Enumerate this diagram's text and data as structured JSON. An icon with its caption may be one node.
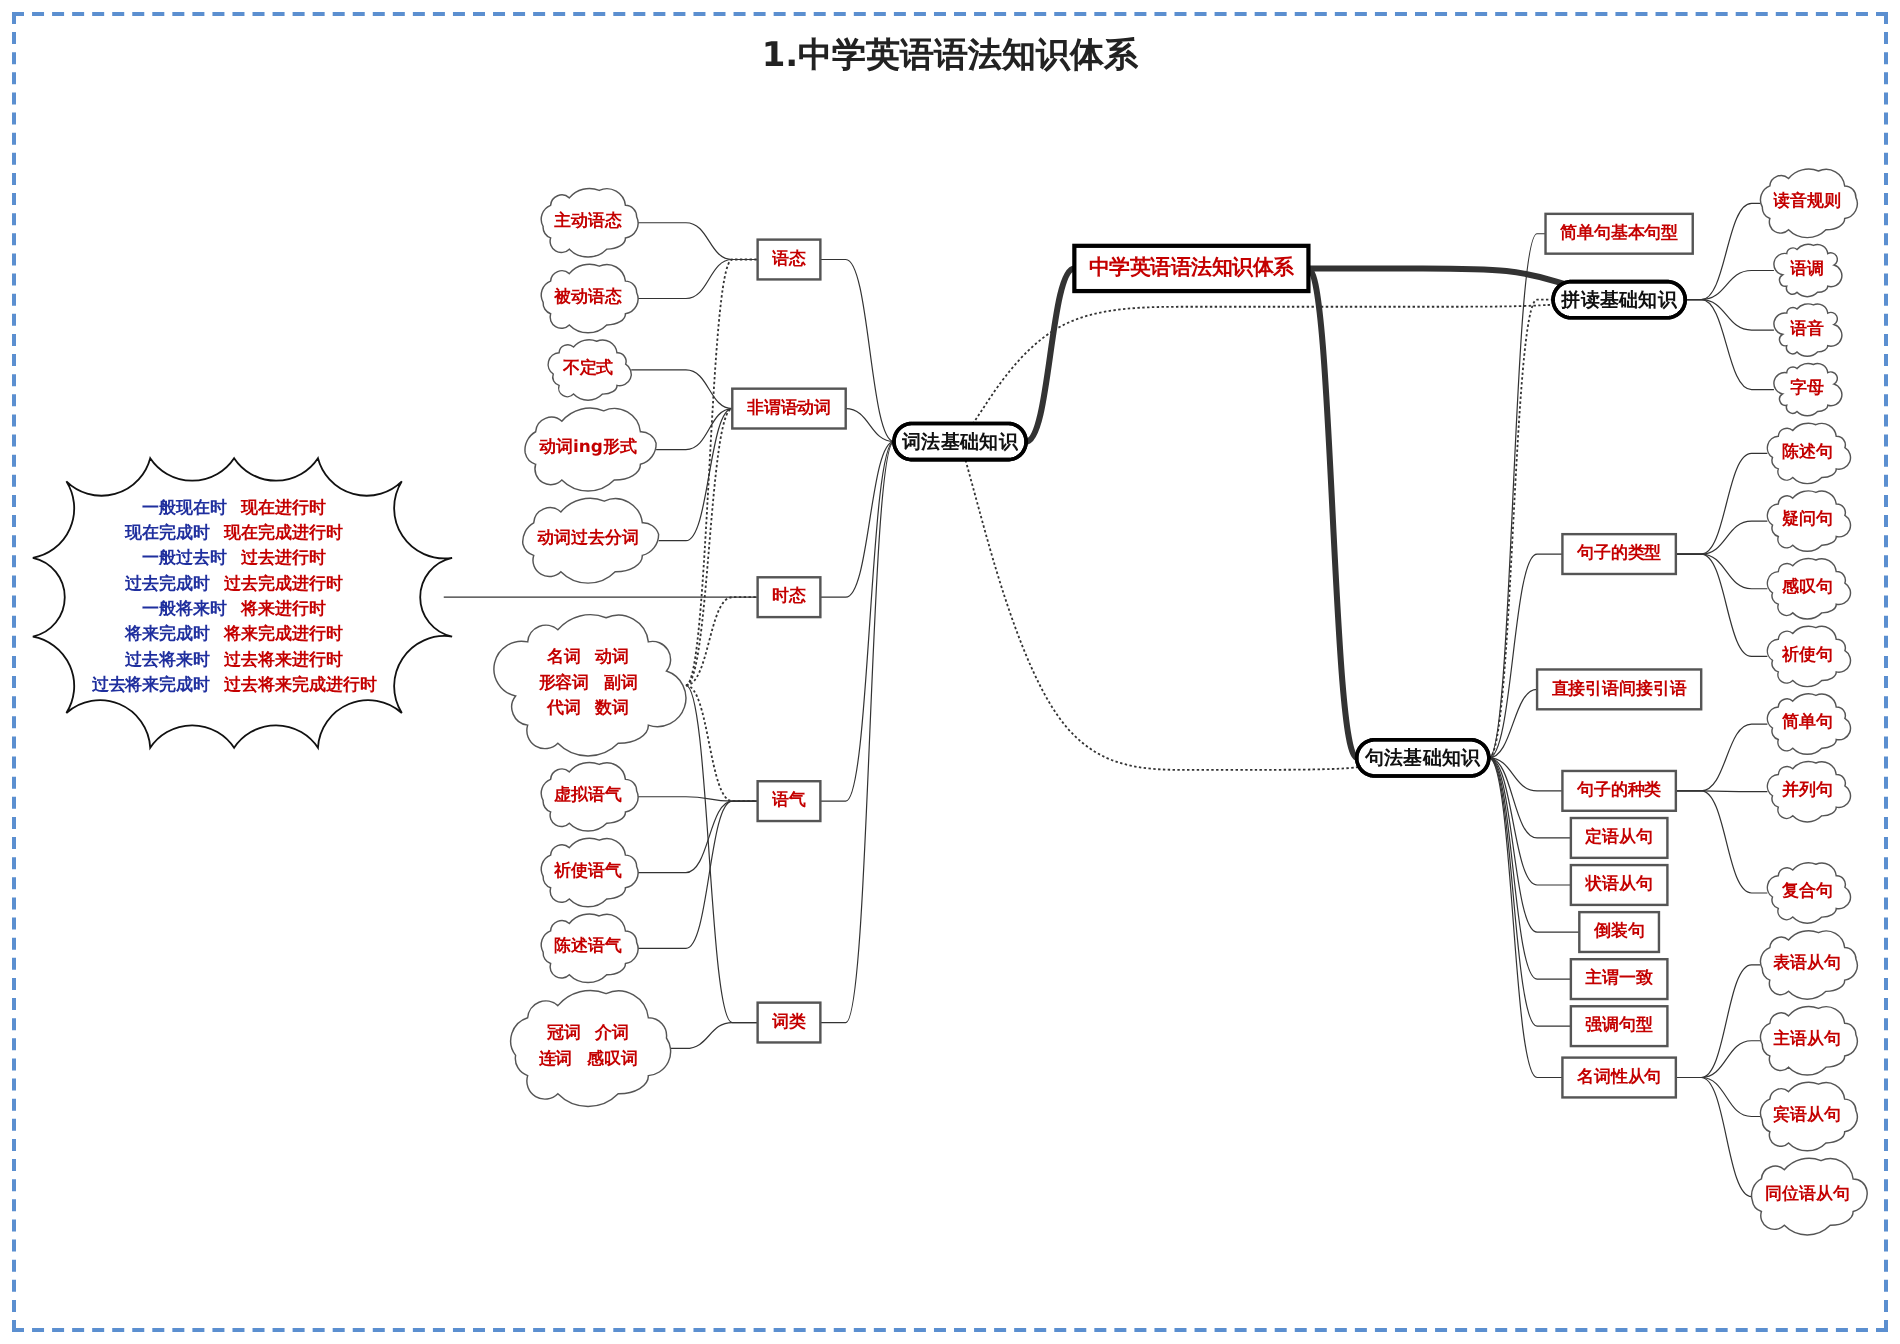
{
  "diagram": {
    "title": "1.中学英语语法知识体系",
    "nodes": [
      {
        "text": [
          "一般现在时",
          "现在进行时",
          "现在完成时",
          "现在完成进行时",
          "一般过去时",
          "过去进行时",
          "过去完成时",
          "过去完成进行时",
          "一般将来时",
          "将来进行时",
          "将来完成时",
          "将来完成进行时",
          "过去将来时",
          "过去将来进行时",
          "过去将来完成时",
          "过去将来完成进行时"
        ]
      },
      {
        "text": [
          "不定式"
        ]
      },
      {
        "text": [
          "动词ing形式"
        ]
      },
      {
        "text": [
          "疑问句"
        ]
      },
      {
        "text": [
          "感叹句"
        ]
      },
      {
        "text": [
          "陈述句"
        ]
      },
      {
        "text": [
          "祈使句"
        ]
      },
      {
        "text": [
          "主动语态"
        ]
      },
      {
        "text": [
          "动词过去分词"
        ]
      },
      {
        "text": [
          "简单句基本句型"
        ]
      },
      {
        "text": [
          "句子的类型"
        ]
      },
      {
        "text": [
          "句子的种类"
        ]
      },
      {
        "text": [
          "简单句"
        ]
      },
      {
        "text": [
          "读音规则"
        ]
      },
      {
        "text": [
          "语态"
        ]
      },
      {
        "text": [
          "被动语态"
        ]
      },
      {
        "text": [
          "非谓语动词"
        ]
      },
      {
        "text": [
          "语调"
        ]
      },
      {
        "text": [
          "语音"
        ]
      },
      {
        "text": [
          "并列句"
        ]
      },
      {
        "text": [
          "字母"
        ]
      },
      {
        "text": [
          "复合句"
        ]
      },
      {
        "text": [
          "时态"
        ]
      },
      {
        "text": [
          "虚拟语气"
        ]
      },
      {
        "text": [
          "直接引语间接引语"
        ]
      },
      {
        "text": [
          "拼读基础知识"
        ]
      },
      {
        "text": [
          "定语从句"
        ]
      },
      {
        "text": [
          "祈使语气"
        ]
      },
      {
        "text": [
          "状语从句"
        ]
      },
      {
        "text": [
          "词法基础知识"
        ]
      },
      {
        "text": [
          "语气"
        ]
      },
      {
        "text": [
          "倒装句"
        ]
      },
      {
        "text": [
          "句法基础知识"
        ]
      },
      {
        "text": [
          "陈述语气"
        ]
      },
      {
        "text": [
          "主谓一致"
        ]
      },
      {
        "text": [
          "中学英语语法知识体系"
        ]
      },
      {
        "text": [
          "词类"
        ]
      },
      {
        "text": [
          "强调句型"
        ]
      },
      {
        "text": [
          "名词性从句"
        ]
      },
      {
        "text": [
          "名词",
          "动词",
          "形容词",
          "副词",
          "代词",
          "数词"
        ]
      },
      {
        "text": [
          "冠词",
          "介词",
          "连词",
          "感叹词"
        ]
      },
      {
        "text": [
          "表语从句"
        ]
      },
      {
        "text": [
          "同位语从句"
        ]
      },
      {
        "text": [
          "主语从句"
        ]
      },
      {
        "text": [
          "宾语从句"
        ]
      }
    ],
    "edges": [
      {
        "from": 7,
        "to": 14,
        "arrow": "none"
      },
      {
        "from": 15,
        "to": 14,
        "arrow": "none"
      },
      {
        "from": 14,
        "to": 29,
        "arrow": "none"
      },
      {
        "from": 1,
        "to": 16,
        "arrow": "none"
      },
      {
        "from": 2,
        "to": 16,
        "arrow": "none"
      },
      {
        "from": 8,
        "to": 16,
        "arrow": "none"
      },
      {
        "from": 16,
        "to": 29,
        "arrow": "none"
      },
      {
        "from": 0,
        "to": 22,
        "arrow": "none"
      },
      {
        "from": 22,
        "to": 29,
        "arrow": "none"
      },
      {
        "from": 23,
        "to": 30,
        "arrow": "none"
      },
      {
        "from": 27,
        "to": 30,
        "arrow": "none"
      },
      {
        "from": 33,
        "to": 30,
        "arrow": "none"
      },
      {
        "from": 30,
        "to": 29,
        "arrow": "none"
      },
      {
        "from": 39,
        "to": 36,
        "arrow": "none"
      },
      {
        "from": 40,
        "to": 36,
        "arrow": "none"
      },
      {
        "from": 36,
        "to": 29,
        "arrow": "none"
      },
      {
        "from": 39,
        "to": 14,
        "arrow": "none",
        "style": "dashed"
      },
      {
        "from": 39,
        "to": 16,
        "arrow": "none",
        "style": "dashed"
      },
      {
        "from": 39,
        "to": 22,
        "arrow": "none",
        "style": "dashed"
      },
      {
        "from": 39,
        "to": 30,
        "arrow": "none",
        "style": "dashed"
      },
      {
        "from": 29,
        "to": 35,
        "arrow": "none",
        "style": "thick"
      },
      {
        "from": 35,
        "to": 25,
        "arrow": "none",
        "style": "thick"
      },
      {
        "from": 35,
        "to": 32,
        "arrow": "none",
        "style": "thick"
      },
      {
        "from": 25,
        "to": 13,
        "arrow": "none"
      },
      {
        "from": 25,
        "to": 17,
        "arrow": "none"
      },
      {
        "from": 25,
        "to": 18,
        "arrow": "none"
      },
      {
        "from": 25,
        "to": 20,
        "arrow": "none"
      },
      {
        "from": 29,
        "to": 25,
        "arrow": "none",
        "style": "dashed"
      },
      {
        "from": 32,
        "to": 25,
        "arrow": "none",
        "style": "dashed"
      },
      {
        "from": 29,
        "to": 32,
        "arrow": "none",
        "style": "dashed"
      },
      {
        "from": 32,
        "to": 9,
        "arrow": "none"
      },
      {
        "from": 32,
        "to": 10,
        "arrow": "none"
      },
      {
        "from": 32,
        "to": 11,
        "arrow": "none"
      },
      {
        "from": 32,
        "to": 24,
        "arrow": "none"
      },
      {
        "from": 32,
        "to": 26,
        "arrow": "none"
      },
      {
        "from": 32,
        "to": 28,
        "arrow": "none"
      },
      {
        "from": 32,
        "to": 31,
        "arrow": "none"
      },
      {
        "from": 32,
        "to": 34,
        "arrow": "none"
      },
      {
        "from": 32,
        "to": 37,
        "arrow": "none"
      },
      {
        "from": 32,
        "to": 38,
        "arrow": "none"
      },
      {
        "from": 10,
        "to": 5,
        "arrow": "none"
      },
      {
        "from": 10,
        "to": 3,
        "arrow": "none"
      },
      {
        "from": 10,
        "to": 4,
        "arrow": "none"
      },
      {
        "from": 10,
        "to": 6,
        "arrow": "none"
      },
      {
        "from": 11,
        "to": 12,
        "arrow": "none"
      },
      {
        "from": 11,
        "to": 19,
        "arrow": "none"
      },
      {
        "from": 11,
        "to": 21,
        "arrow": "none"
      },
      {
        "from": 38,
        "to": 41,
        "arrow": "none"
      },
      {
        "from": 38,
        "to": 43,
        "arrow": "none"
      },
      {
        "from": 38,
        "to": 44,
        "arrow": "none"
      },
      {
        "from": 38,
        "to": 42,
        "arrow": "none"
      }
    ]
  }
}
